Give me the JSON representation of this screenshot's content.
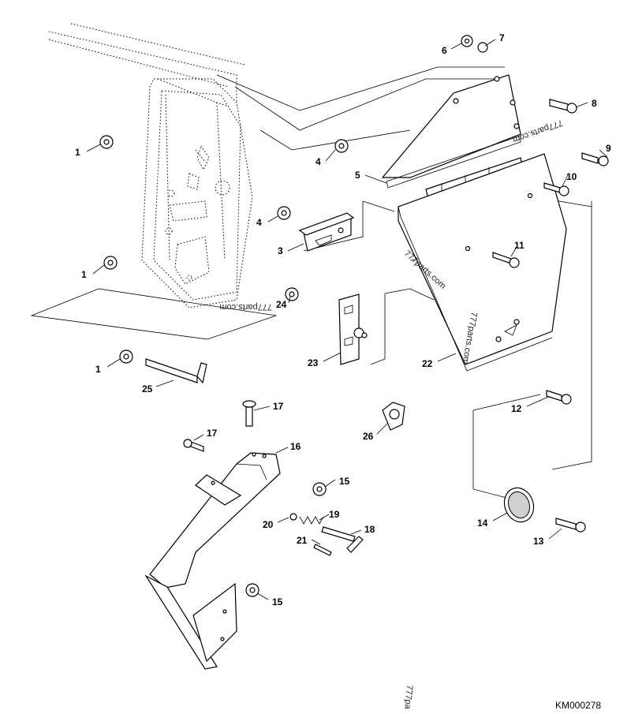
{
  "diagram": {
    "drawing_code": "KM000278",
    "watermarks": [
      "777parts.com",
      "777parts.com",
      "777parts.com",
      "777parts.com",
      "777pa"
    ],
    "callouts": [
      "1",
      "1",
      "1",
      "3",
      "4",
      "4",
      "5",
      "6",
      "7",
      "8",
      "9",
      "10",
      "11",
      "12",
      "13",
      "14",
      "15",
      "15",
      "16",
      "17",
      "17",
      "18",
      "19",
      "20",
      "21",
      "22",
      "23",
      "24",
      "25",
      "26"
    ]
  }
}
